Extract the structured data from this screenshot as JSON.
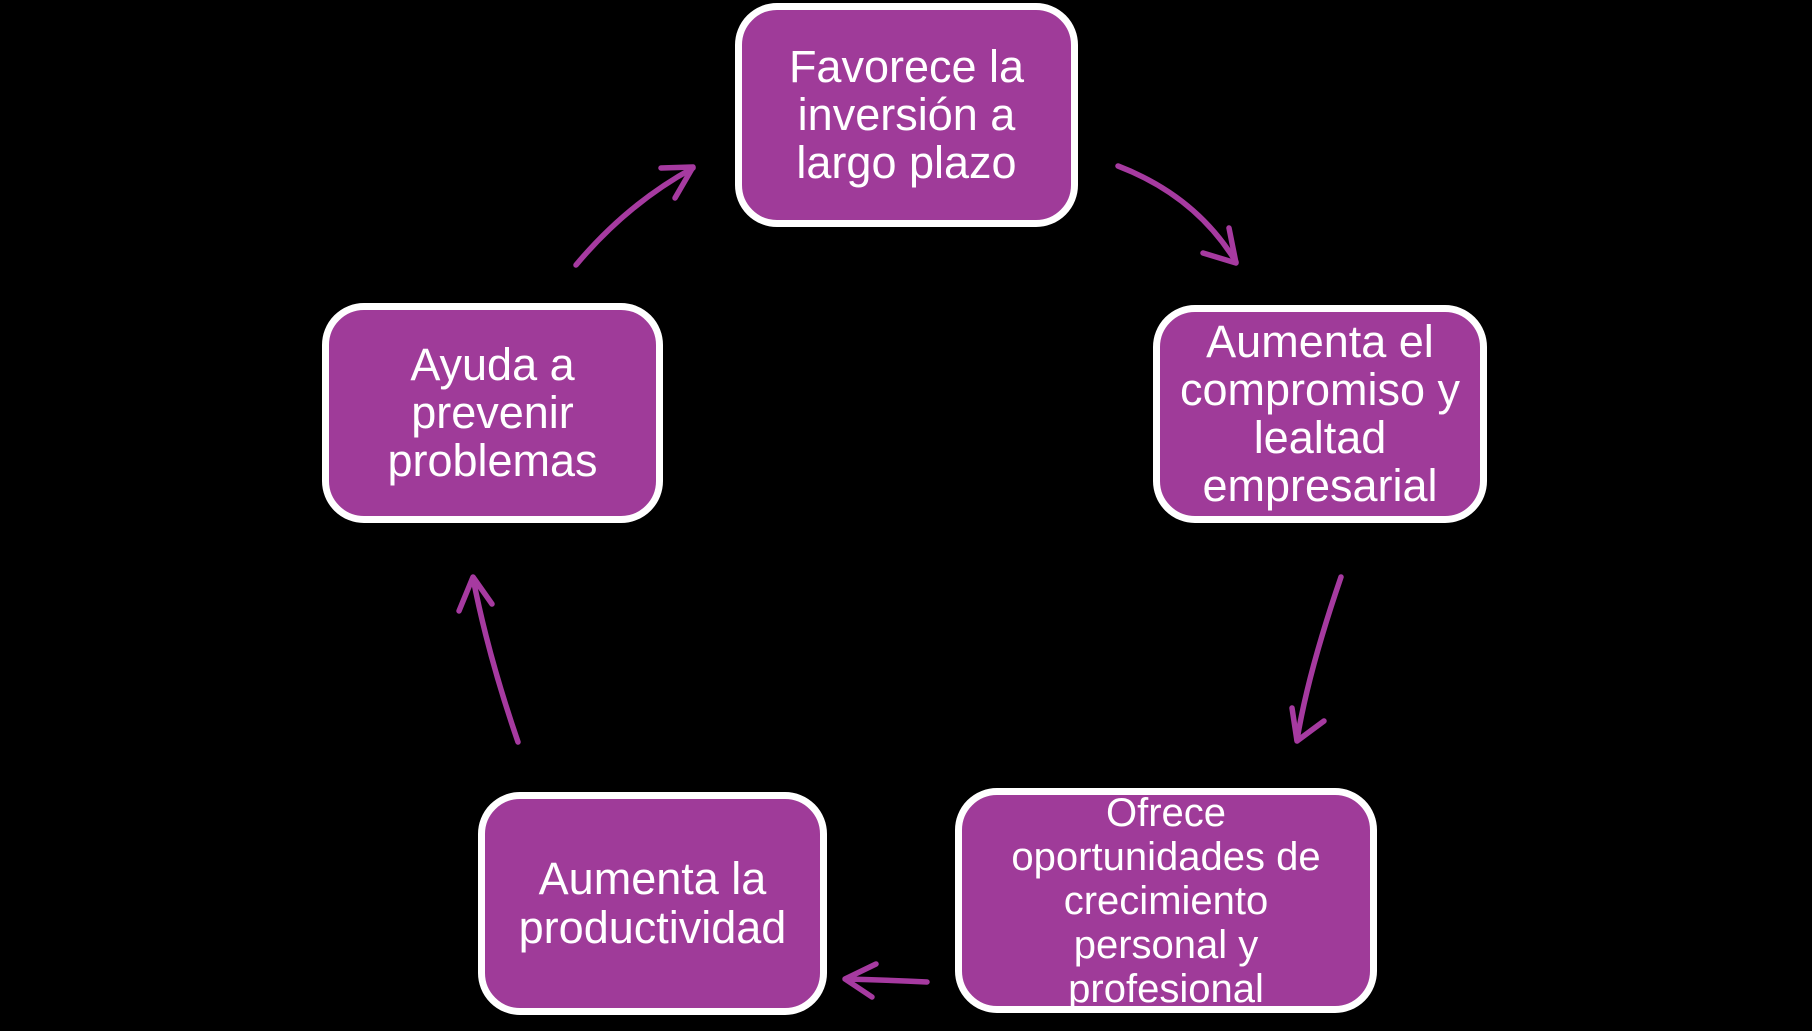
{
  "diagram": {
    "type": "cycle",
    "direction": "clockwise"
  },
  "colors": {
    "background": "#000000",
    "node_fill": "#9F3B99",
    "node_border": "#FFFFFF",
    "node_text": "#FFFFFF",
    "arrow": "#A63AA0"
  },
  "nodes": {
    "top": {
      "label": "Favorece la\ninversión a\nlargo plazo"
    },
    "right": {
      "label": "Aumenta el\ncompromiso y\nlealtad\nempresarial"
    },
    "bottom_right": {
      "label": "Ofrece\noportunidades de\ncrecimiento\npersonal y\nprofesional"
    },
    "bottom_left": {
      "label": "Aumenta la\nproductividad"
    },
    "left": {
      "label": "Ayuda a\nprevenir\nproblemas"
    }
  },
  "edges": [
    {
      "from": "top",
      "to": "right"
    },
    {
      "from": "right",
      "to": "bottom_right"
    },
    {
      "from": "bottom_right",
      "to": "bottom_left"
    },
    {
      "from": "bottom_left",
      "to": "left"
    },
    {
      "from": "left",
      "to": "top"
    }
  ]
}
